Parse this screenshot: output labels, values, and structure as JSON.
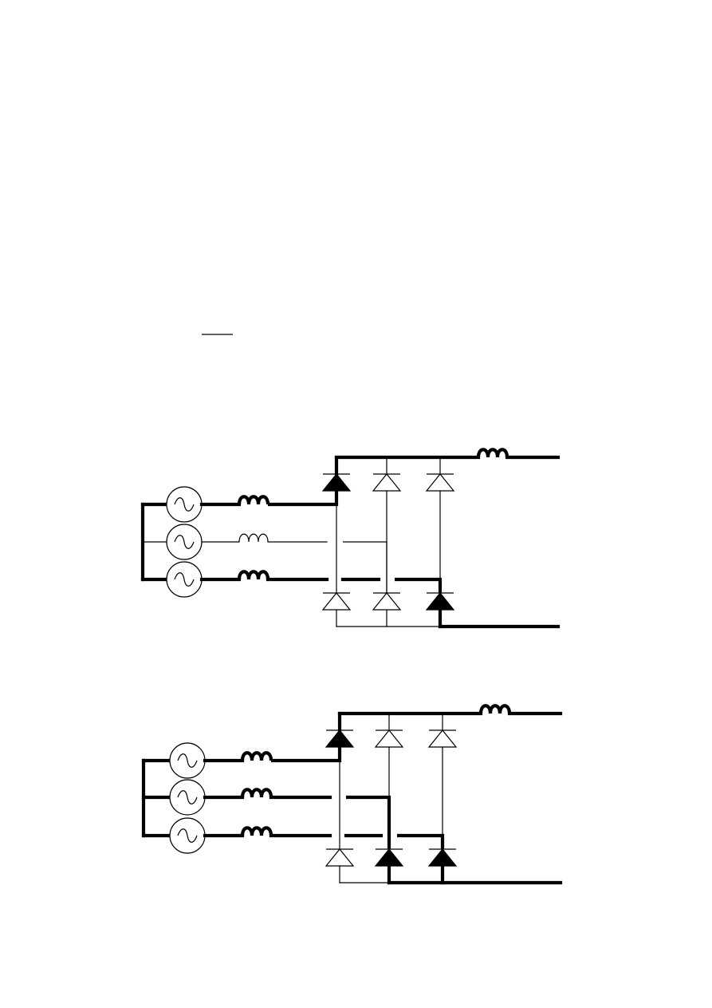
{
  "page": {
    "background": "#ffffff",
    "ink": "#000000"
  },
  "diagrams": [
    {
      "name": "rectifier-circuit-top",
      "conducting_upper_diodes": [
        1
      ],
      "conducting_lower_diodes": [
        3
      ],
      "conducting_phases": [
        1,
        3
      ]
    },
    {
      "name": "rectifier-circuit-bottom",
      "conducting_upper_diodes": [
        1
      ],
      "conducting_lower_diodes": [
        2,
        3
      ],
      "conducting_phases": [
        1,
        2,
        3
      ]
    }
  ]
}
